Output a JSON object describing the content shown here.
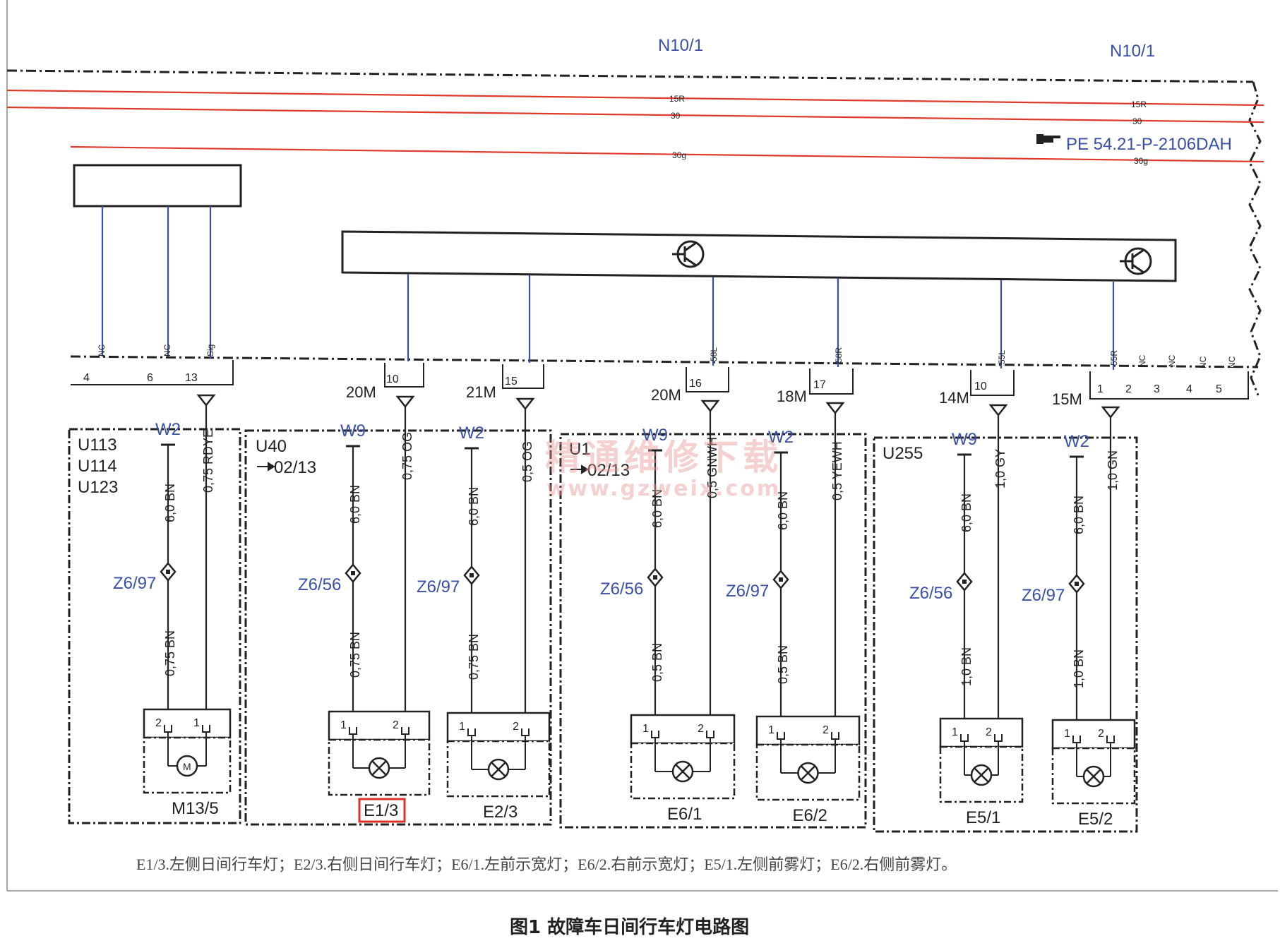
{
  "page": {
    "module_labels": [
      "N10/1",
      "N10/1"
    ],
    "reference": "PE 54.21-P-2106DAH",
    "rails": [
      {
        "name": "15R"
      },
      {
        "name": "30"
      },
      {
        "name": "30g"
      }
    ],
    "connector_pins": {
      "sig_nc": [
        "NC",
        "NC",
        "Sig"
      ],
      "sig_nums": [
        "4",
        "6",
        "13"
      ],
      "tail_nc": [
        "NC",
        "NC",
        "NC",
        "NC"
      ],
      "tail_nums": [
        "1",
        "2",
        "3",
        "4",
        "5"
      ]
    },
    "groups": [
      {
        "name": "U113\nU114\nU123",
        "lines": [
          "U113",
          "U114",
          "U123"
        ]
      },
      {
        "name": "U40",
        "note": "02/13"
      },
      {
        "name": "U1",
        "note": "02/13"
      },
      {
        "name": "U255"
      }
    ],
    "components": [
      {
        "id": "M13/5",
        "ground": "W2",
        "gnd_wire_top": "6,0 BN",
        "splice": "Z6/97",
        "gnd_wire_bottom": "0,75 BN",
        "signal_wire": "0,75 RDYE",
        "pin_label": "Sig",
        "pin_num": "13",
        "conn": "",
        "pins": [
          "2",
          "1"
        ],
        "symbol": "motor",
        "motor": "M",
        "highlight": false
      },
      {
        "id": "E1/3",
        "ground": "W9",
        "gnd_wire_top": "6,0 BN",
        "splice": "Z6/56",
        "gnd_wire_bottom": "0,75 BN",
        "signal_wire": "0,75 OG",
        "pin_label": "",
        "pin_num": "10",
        "conn": "20M",
        "pins": [
          "1",
          "2"
        ],
        "symbol": "lamp",
        "highlight": true
      },
      {
        "id": "E2/3",
        "ground": "W2",
        "gnd_wire_top": "6,0 BN",
        "splice": "Z6/97",
        "gnd_wire_bottom": "0,75 BN",
        "signal_wire": "0,5 OG",
        "pin_label": "",
        "pin_num": "15",
        "conn": "21M",
        "pins": [
          "1",
          "2"
        ],
        "symbol": "lamp",
        "highlight": false
      },
      {
        "id": "E6/1",
        "ground": "W9",
        "gnd_wire_top": "6,0 BN",
        "splice": "Z6/56",
        "gnd_wire_bottom": "0,5 BN",
        "signal_wire": "0,5 GNWH",
        "pin_label": "58L",
        "pin_num": "16",
        "conn": "20M",
        "pins": [
          "1",
          "2"
        ],
        "symbol": "lamp",
        "highlight": false
      },
      {
        "id": "E6/2",
        "ground": "W2",
        "gnd_wire_top": "6,0 BN",
        "splice": "Z6/97",
        "gnd_wire_bottom": "0,5 BN",
        "signal_wire": "0,5 YEWH",
        "pin_label": "58R",
        "pin_num": "17",
        "conn": "18M",
        "pins": [
          "1",
          "2"
        ],
        "symbol": "lamp",
        "highlight": false
      },
      {
        "id": "E5/1",
        "ground": "W9",
        "gnd_wire_top": "6,0 BN",
        "splice": "Z6/56",
        "gnd_wire_bottom": "1,0 BN",
        "signal_wire": "1,0 GY",
        "pin_label": "55L",
        "pin_num": "10",
        "conn": "14M",
        "pins": [
          "1",
          "2"
        ],
        "symbol": "lamp",
        "highlight": false
      },
      {
        "id": "E5/2",
        "ground": "W2",
        "gnd_wire_top": "6,0 BN",
        "splice": "Z6/97",
        "gnd_wire_bottom": "1,0 BN",
        "signal_wire": "1,0 GN",
        "pin_label": "55R",
        "pin_num": "1",
        "conn": "15M",
        "pins": [
          "1",
          "2"
        ],
        "symbol": "lamp",
        "highlight": false
      }
    ],
    "legend_text": "E1/3.左侧日间行车灯；E2/3.右侧日间行车灯；E6/1.左前示宽灯；E6/2.右前示宽灯；E5/1.左侧前雾灯；E6/2.右侧前雾灯。",
    "figure_caption": "图1 故障车日间行车灯电路图",
    "watermark": {
      "cn": "精通维修下载",
      "url": "www.gzweix.com"
    },
    "colors": {
      "power_rail": "#e03a2a",
      "signal_wire": "#3a4fa6",
      "label_blue": "#3a4fa6",
      "highlight": "#d9302a",
      "line": "#222222"
    }
  }
}
